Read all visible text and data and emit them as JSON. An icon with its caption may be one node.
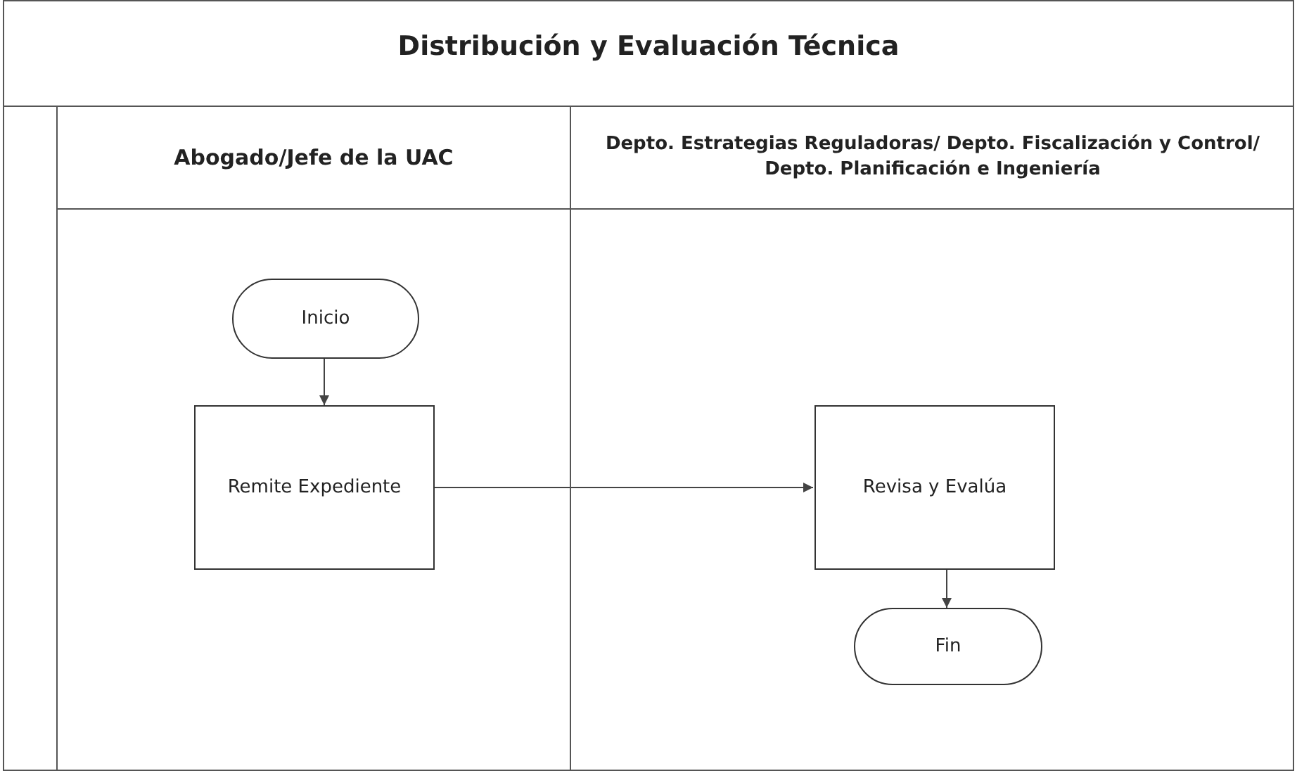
{
  "diagram": {
    "title": "Distribución y Evaluación Técnica",
    "nodes": [
      {
        "text": [
          "Abogado/Jefe de la UAC"
        ]
      },
      {
        "text": [
          "Depto. Estrategias Reguladoras/ Depto. Fiscalización y Control/ Depto. Planificación e Ingeniería"
        ]
      },
      {
        "text": [
          "Inicio"
        ],
        "in": 0
      },
      {
        "text": [
          "Remite Expediente"
        ],
        "in": 0
      },
      {
        "text": [
          "Revisa y Evalúa"
        ],
        "in": 1
      },
      {
        "text": [
          "Fin"
        ],
        "in": 1
      }
    ],
    "edges": [
      {
        "from": 2,
        "to": 3,
        "arrow": "to"
      },
      {
        "from": 3,
        "to": 4,
        "arrow": "to"
      },
      {
        "from": 4,
        "to": 5,
        "arrow": "to"
      }
    ]
  }
}
